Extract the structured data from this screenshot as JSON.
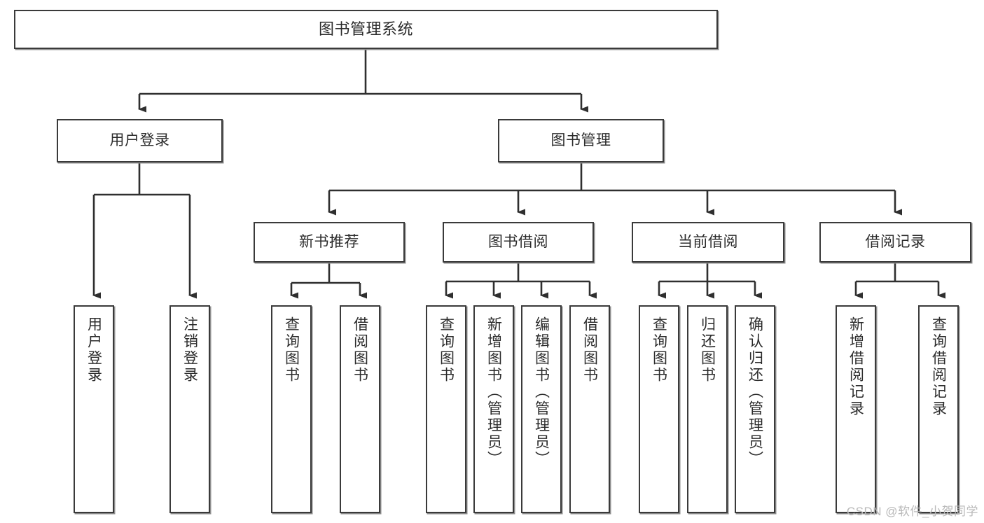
{
  "diagram": {
    "title": "图书管理系统",
    "type": "tree-hierarchy-diagram",
    "root": {
      "id": "root",
      "label": "图书管理系统"
    },
    "level2": [
      {
        "id": "user-login",
        "label": "用户登录"
      },
      {
        "id": "book-manage",
        "label": "图书管理"
      }
    ],
    "level3": [
      {
        "id": "new-book-rec",
        "label": "新书推荐"
      },
      {
        "id": "book-borrow",
        "label": "图书借阅"
      },
      {
        "id": "current-borrow",
        "label": "当前借阅"
      },
      {
        "id": "borrow-record",
        "label": "借阅记录"
      }
    ],
    "leaves": [
      {
        "id": "leaf-user-login",
        "label": "用户登录",
        "parent": "user-login"
      },
      {
        "id": "leaf-logout-login",
        "label": "注销登录",
        "parent": "user-login"
      },
      {
        "id": "leaf-query-book-1",
        "label": "查询图书",
        "parent": "new-book-rec"
      },
      {
        "id": "leaf-borrow-book-1",
        "label": "借阅图书",
        "parent": "new-book-rec"
      },
      {
        "id": "leaf-query-book-2",
        "label": "查询图书",
        "parent": "book-borrow"
      },
      {
        "id": "leaf-add-book",
        "label": "新增图书（管理员）",
        "parent": "book-borrow"
      },
      {
        "id": "leaf-edit-book",
        "label": "编辑图书（管理员）",
        "parent": "book-borrow"
      },
      {
        "id": "leaf-borrow-book-2",
        "label": "借阅图书",
        "parent": "book-borrow"
      },
      {
        "id": "leaf-query-book-3",
        "label": "查询图书",
        "parent": "current-borrow"
      },
      {
        "id": "leaf-return-book",
        "label": "归还图书",
        "parent": "current-borrow"
      },
      {
        "id": "leaf-confirm-return",
        "label": "确认归还（管理员）",
        "parent": "current-borrow"
      },
      {
        "id": "leaf-add-record",
        "label": "新增借阅记录",
        "parent": "borrow-record"
      },
      {
        "id": "leaf-query-record",
        "label": "查询借阅记录",
        "parent": "borrow-record"
      }
    ],
    "watermark": "CSDN @软件_小贺同学",
    "colors": {
      "box_border": "#3a3a3a",
      "box_fill": "#ffffff",
      "connector": "#333333",
      "text": "#2b2b2b",
      "watermark": "#b9b9b9",
      "background": "#ffffff"
    }
  }
}
